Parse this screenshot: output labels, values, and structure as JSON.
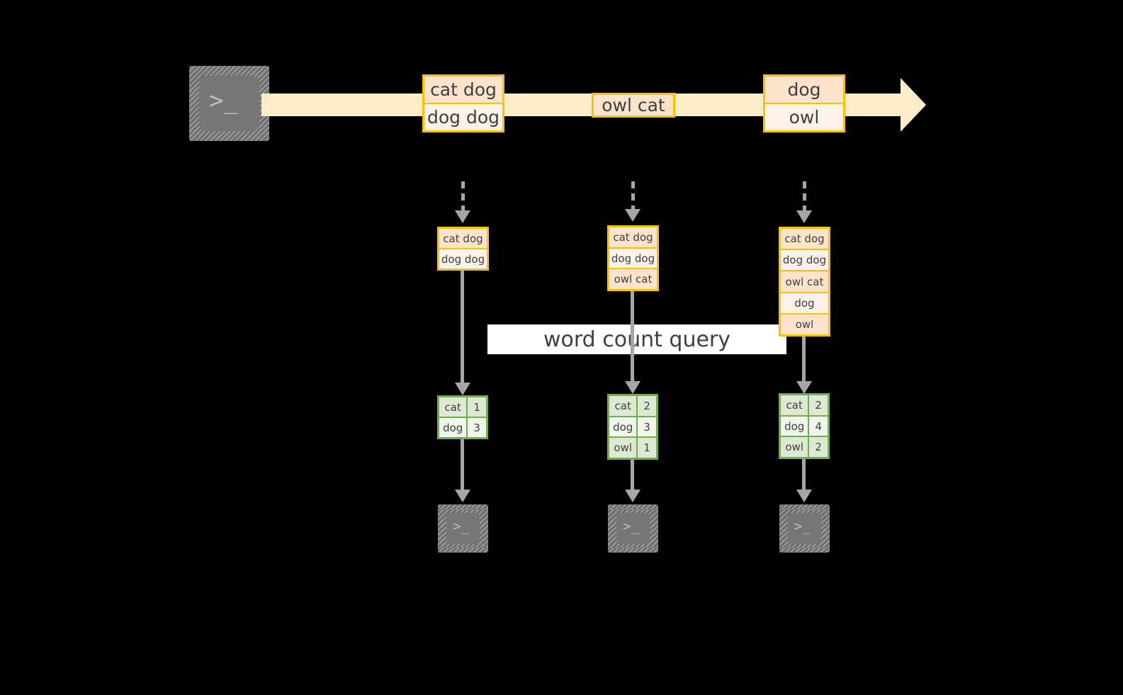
{
  "meta": {
    "background_color": "#000000",
    "accent_orange": "#ffc000",
    "accent_green": "#74ae4c",
    "stream_fill": "#fdecc8",
    "arrow_gray": "#a6a6a6",
    "terminal_gray": "#767676",
    "text_color": "#404040"
  },
  "stream": {
    "source_icon": "terminal-icon",
    "source_glyph": ">_",
    "records": [
      {
        "lines": [
          "cat dog",
          "dog dog"
        ]
      },
      {
        "lines": [
          "owl cat"
        ]
      },
      {
        "lines": [
          "dog",
          "owl"
        ]
      }
    ]
  },
  "query_label": "word count query",
  "columns": [
    {
      "index": 1,
      "input_lines": [
        "cat dog",
        "dog dog"
      ],
      "result": {
        "rows": [
          {
            "word": "cat",
            "count": "1"
          },
          {
            "word": "dog",
            "count": "3"
          }
        ]
      },
      "sink_icon": "terminal-icon",
      "sink_glyph": ">_"
    },
    {
      "index": 2,
      "input_lines": [
        "cat dog",
        "dog dog",
        "owl cat"
      ],
      "result": {
        "rows": [
          {
            "word": "cat",
            "count": "2"
          },
          {
            "word": "dog",
            "count": "3"
          },
          {
            "word": "owl",
            "count": "1"
          }
        ]
      },
      "sink_icon": "terminal-icon",
      "sink_glyph": ">_"
    },
    {
      "index": 3,
      "input_lines": [
        "cat dog",
        "dog dog",
        "owl cat",
        "dog",
        "owl"
      ],
      "result": {
        "rows": [
          {
            "word": "cat",
            "count": "2"
          },
          {
            "word": "dog",
            "count": "4"
          },
          {
            "word": "owl",
            "count": "2"
          }
        ]
      },
      "sink_icon": "terminal-icon",
      "sink_glyph": ">_"
    }
  ]
}
